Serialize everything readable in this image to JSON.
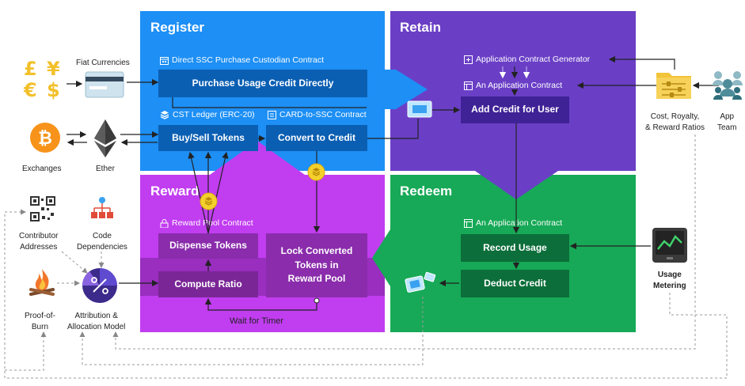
{
  "quadrants": {
    "register": {
      "title": "Register",
      "color": "#1d8ff5"
    },
    "retain": {
      "title": "Retain",
      "color": "#6a3fc6"
    },
    "reward": {
      "title": "Reward",
      "color": "#c13df0"
    },
    "redeem": {
      "title": "Redeem",
      "color": "#17a957"
    }
  },
  "register": {
    "direct_contract_label": "Direct SSC Purchase Custodian Contract",
    "purchase_button": "Purchase Usage Credit Directly",
    "cst_ledger_label": "CST Ledger (ERC-20)",
    "card_contract_label": "CARD-to-SSC Contract",
    "buy_sell_button": "Buy/Sell Tokens",
    "convert_button": "Convert to Credit"
  },
  "retain": {
    "generator_label": "Application Contract Generator",
    "app_contract_label": "An Application Contract",
    "add_credit_button": "Add Credit for User"
  },
  "reward": {
    "pool_contract_label": "Reward Pool Contract",
    "dispense_button": "Dispense Tokens",
    "compute_button": "Compute Ratio",
    "lock_button_lines": [
      "Lock Converted",
      "Tokens in",
      "Reward Pool"
    ],
    "wait_label": "Wait for Timer"
  },
  "redeem": {
    "app_contract_label": "An Application Contract",
    "record_button": "Record Usage",
    "deduct_button": "Deduct Credit"
  },
  "left": {
    "fiat_label": "Fiat Currencies",
    "currency_symbols": "£ ¥ € $",
    "exchanges_label": "Exchanges",
    "ether_label": "Ether",
    "contributor_lines": [
      "Contributor",
      "Addresses"
    ],
    "code_lines": [
      "Code",
      "Dependencies"
    ],
    "burn_lines": [
      "Proof-of-",
      "Burn"
    ],
    "attribution_lines": [
      "Attribution &",
      "Allocation Model"
    ]
  },
  "right": {
    "cost_lines": [
      "Cost, Royalty,",
      "& Reward Ratios"
    ],
    "app_team_lines": [
      "App",
      "Team"
    ],
    "metering_lines": [
      "Usage",
      "Metering"
    ]
  },
  "colors": {
    "register_box": "#0b5fb3",
    "retain_box": "#3f2296",
    "reward_box": "#8a2cab",
    "redeem_box": "#0c6e3a",
    "coin": "#f4d02c",
    "bitcoin": "#f7931a",
    "folder": "#f2c43a",
    "team": "#4e8c9a"
  },
  "icons": [
    "money-icon",
    "credit-card-icon",
    "bitcoin-icon",
    "ether-icon",
    "qr-code-icon",
    "org-chart-icon",
    "fire-icon",
    "attribution-icon",
    "folder-settings-icon",
    "team-icon",
    "metering-icon",
    "token-coin-icon",
    "ticket-icon"
  ]
}
